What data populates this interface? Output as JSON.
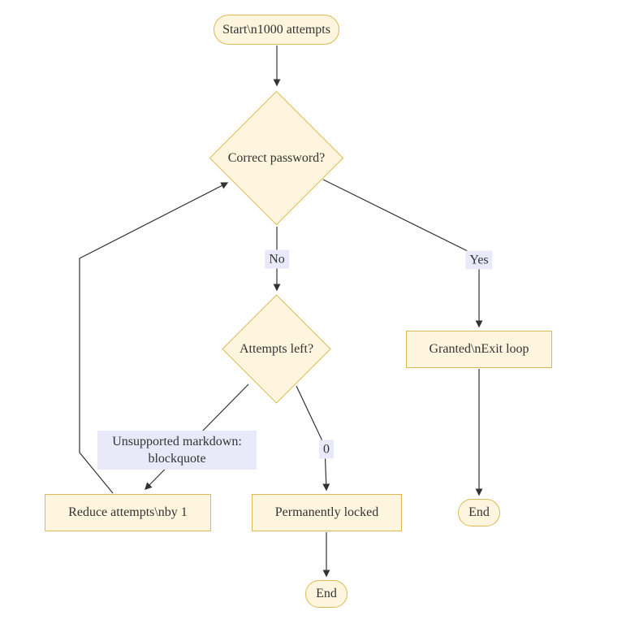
{
  "colors": {
    "node_fill": "#fdf5dd",
    "node_stroke": "#deba56",
    "edge_color": "#333333",
    "label_bg": "#e9e9f9",
    "text_color": "#333333",
    "canvas_bg": "#ffffff"
  },
  "diagram": {
    "nodes": {
      "start": {
        "label": "Start\\n1000 attempts"
      },
      "correct_password": {
        "label": "Correct password?"
      },
      "attempts_left": {
        "label": "Attempts left?"
      },
      "granted": {
        "label": "Granted\\nExit loop"
      },
      "reduce_attempts": {
        "label": "Reduce attempts\\nby 1"
      },
      "permanently_locked": {
        "label": "Permanently locked"
      },
      "end_granted": {
        "label": "End"
      },
      "end_locked": {
        "label": "End"
      }
    },
    "edge_labels": {
      "no": "No",
      "yes": "Yes",
      "unsupported": "Unsupported markdown: blockquote",
      "zero": "0"
    }
  }
}
